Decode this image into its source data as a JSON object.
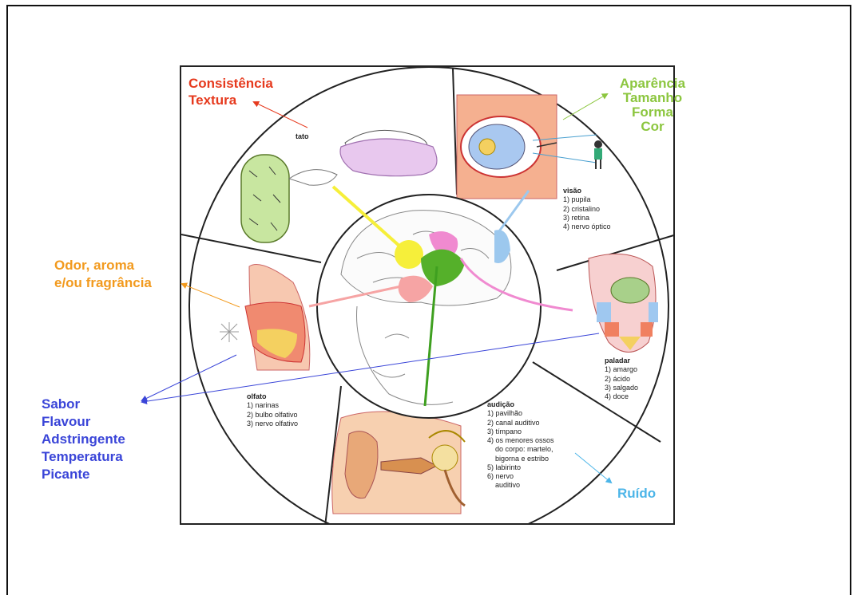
{
  "labels": {
    "consistencia": "Consistência",
    "textura": "Textura",
    "aparencia": "Aparência",
    "tamanho": "Tamanho",
    "forma": "Forma",
    "cor": "Cor",
    "odor1": "Odor, aroma",
    "odor2": "e/ou fragrância",
    "sabor": "Sabor",
    "flavour": "Flavour",
    "adstringente": "Adstringente",
    "temperatura": "Temperatura",
    "picante": "Picante",
    "ruido": "Ruído"
  },
  "senses": {
    "tato": {
      "title": "tato"
    },
    "visao": {
      "title": "visão",
      "items": [
        "1) pupila",
        "2) cristalino",
        "3) retina",
        "4) nervo óptico"
      ]
    },
    "paladar": {
      "title": "paladar",
      "items": [
        "1) amargo",
        "2) ácido",
        "3) salgado",
        "4) doce"
      ]
    },
    "olfato": {
      "title": "olfato",
      "items": [
        "1) narinas",
        "2) bulbo olfativo",
        "3) nervo olfativo"
      ]
    },
    "audicao": {
      "title": "audição",
      "items": [
        "1) pavilhão",
        "2) canal auditivo",
        "3) tímpano",
        "4) os menores ossos",
        "    do corpo: martelo,",
        "    bigorna e estribo",
        "5) labirinto",
        "6) nervo",
        "    auditivo"
      ]
    }
  },
  "colors": {
    "red_label": "#e63a1e",
    "green_label": "#8cc63f",
    "orange_label": "#f29a1e",
    "blue_label": "#3a45d8",
    "cyan_label": "#4cb5e8"
  }
}
